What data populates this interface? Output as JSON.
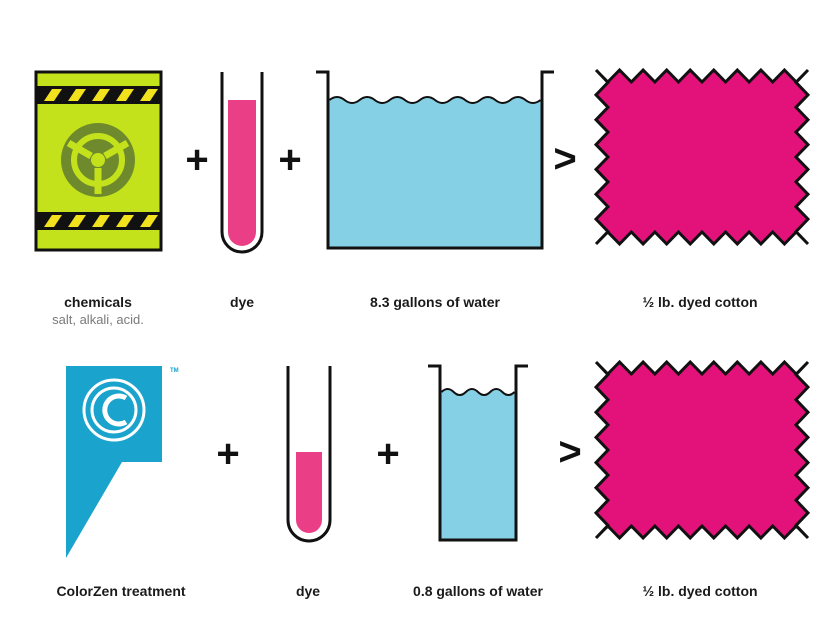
{
  "colors": {
    "outline": "#111111",
    "chem_green": "#c4e21c",
    "chem_symbol": "#6f8a2c",
    "hazard_yellow": "#f2e21e",
    "dye_pink": "#ea3f86",
    "water_blue": "#86d0e6",
    "cotton_magenta": "#e3117a",
    "colorzen_blue": "#1aa3cc"
  },
  "row1": {
    "item1_label": "chemicals",
    "item1_sublabel": "salt, alkali, acid.",
    "plus1": "+",
    "item2_label": "dye",
    "plus2": "+",
    "item3_label": "8.3 gallons of water",
    "arrow": ">",
    "item4_label": "½ lb. dyed cotton"
  },
  "row2": {
    "item1_label": "ColorZen treatment",
    "trademark": "TM",
    "plus1": "+",
    "item2_label": "dye",
    "plus2": "+",
    "item3_label": "0.8 gallons of water",
    "arrow": ">",
    "item4_label": "½ lb. dyed cotton"
  }
}
